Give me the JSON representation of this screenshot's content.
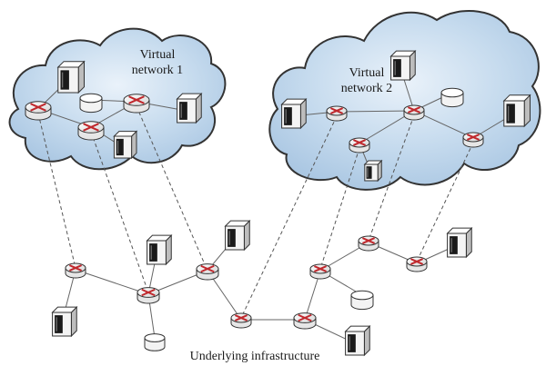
{
  "labels": {
    "virtual_network_1": [
      "Virtual",
      "network 1"
    ],
    "virtual_network_2": [
      "Virtual",
      "network 2"
    ],
    "underlying": "Underlying infrastructure"
  },
  "colors": {
    "cloud_fill": "#c9dcee",
    "cloud_stroke": "#333333",
    "link": "#555555",
    "router_red": "#c0282d",
    "device_fill": "#f2f2f2"
  }
}
